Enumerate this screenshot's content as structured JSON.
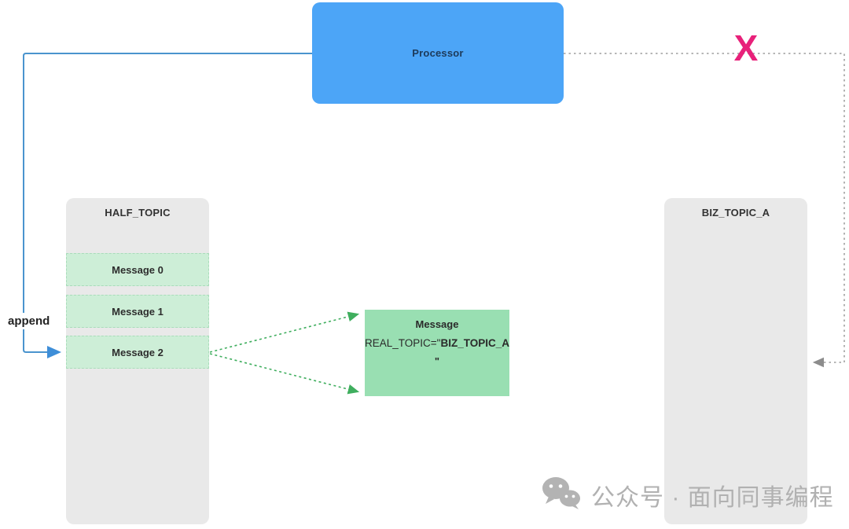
{
  "colors": {
    "processor_blue": "#4CA5F7",
    "processor_text": "#1D3A5A",
    "container_gray": "#E9E9E9",
    "row_green_fill": "#CDEED7",
    "row_green_border": "#A9DCBA",
    "message_green": "#99DFB2",
    "arrow_blue": "#4A94CE",
    "arrow_green": "#3FAE5E",
    "dotted_gray": "#9E9E9E",
    "x_pink": "#E8217A",
    "watermark_gray": "#B1B1B1"
  },
  "processor": {
    "label": "Processor"
  },
  "half_topic": {
    "title": "HALF_TOPIC",
    "messages": [
      "Message 0",
      "Message 1",
      "Message 2"
    ]
  },
  "biz_topic": {
    "title": "BIZ_TOPIC_A"
  },
  "append_label": "append",
  "message_box": {
    "title": "Message",
    "body_prefix": "REAL_TOPIC=\"",
    "body_topic": "BIZ_TOPIC_A",
    "body_suffix": "\""
  },
  "x_mark": "X",
  "watermark": {
    "icon": "wechat-icon",
    "text": "公众号 · 面向同事编程"
  }
}
